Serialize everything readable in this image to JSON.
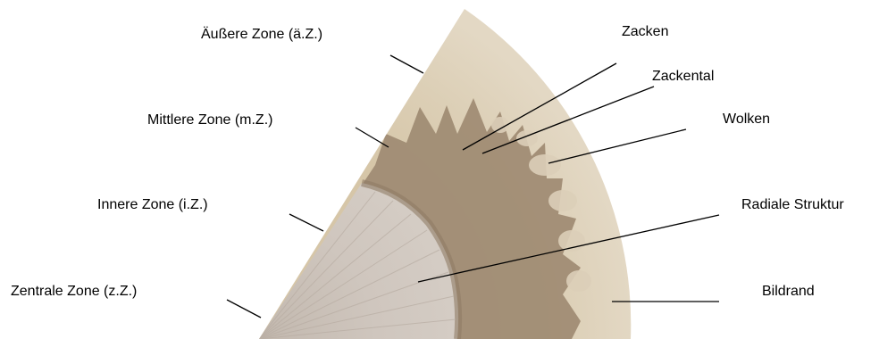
{
  "labels": {
    "aussere_zone": "Äußere Zone (ä.Z.)",
    "mittlere_zone": "Mittlere Zone (m.Z.)",
    "innere_zone": "Innere Zone (i.Z.)",
    "zentrale_zone": "Zentrale Zone (z.Z.)",
    "zacken": "Zacken",
    "zackental": "Zackental",
    "wolken": "Wolken",
    "radiale_struktur": "Radiale Struktur",
    "bildrand": "Bildrand"
  },
  "colors": {
    "background": "#ffffff",
    "outer_zone": "#d9ccb2",
    "middle_zone": "#9e8a72",
    "inner_zone": "#cdc4bd",
    "central_zone": "#c9bfb6",
    "leader_line": "#000000"
  }
}
